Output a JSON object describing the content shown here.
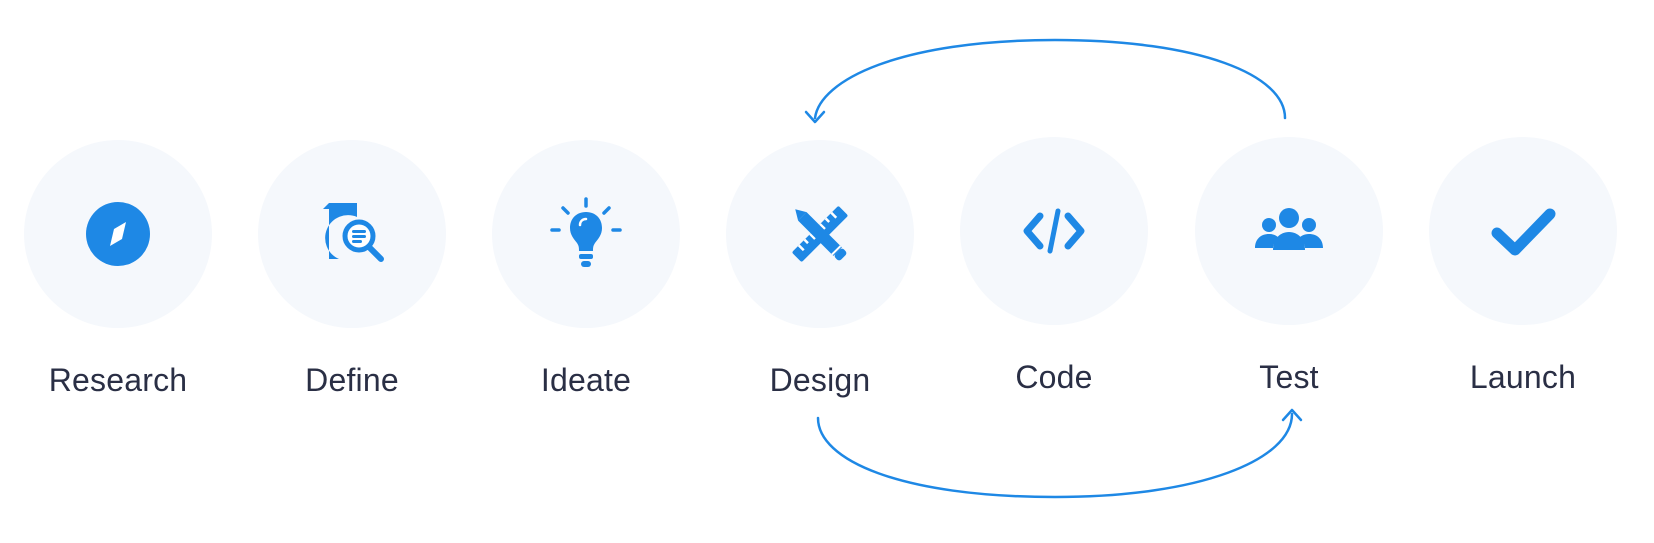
{
  "accent_color": "#1e88e5",
  "label_color": "#2a2f45",
  "circle_color": "#f5f8fc",
  "steps": [
    {
      "label": "Research",
      "icon": "compass-icon"
    },
    {
      "label": "Define",
      "icon": "document-search-icon"
    },
    {
      "label": "Ideate",
      "icon": "lightbulb-icon"
    },
    {
      "label": "Design",
      "icon": "pencil-ruler-icon"
    },
    {
      "label": "Code",
      "icon": "code-icon"
    },
    {
      "label": "Test",
      "icon": "users-icon"
    },
    {
      "label": "Launch",
      "icon": "checkmark-icon"
    }
  ],
  "loops": [
    {
      "from": "Test",
      "to": "Design",
      "direction": "backward"
    },
    {
      "from": "Design",
      "to": "Test",
      "direction": "forward"
    }
  ]
}
